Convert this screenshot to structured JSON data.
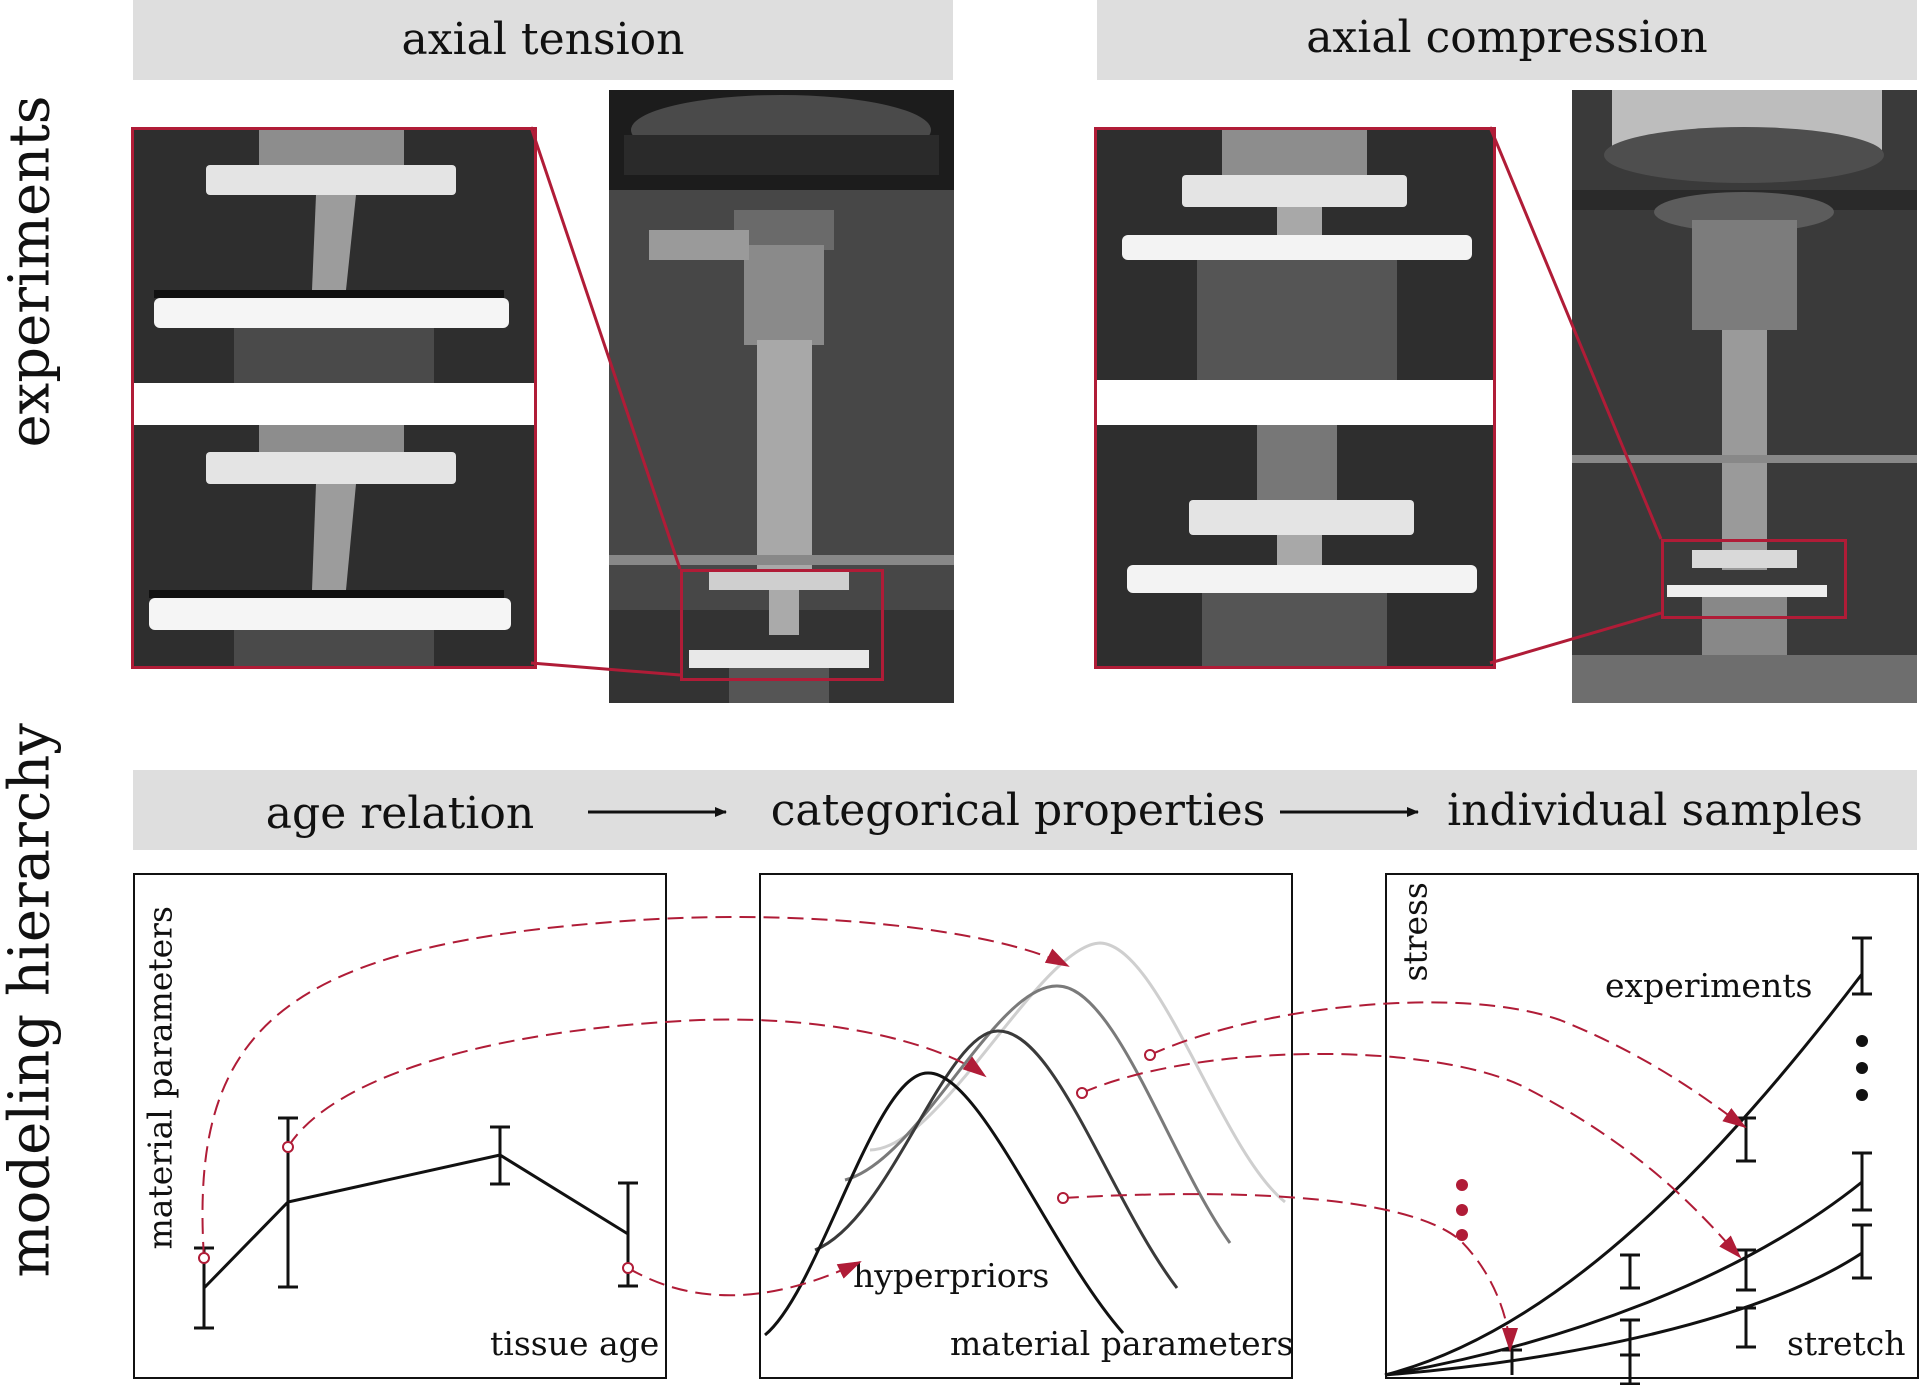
{
  "row_labels": {
    "experiments": "experiments",
    "modeling": "modeling hierarchy"
  },
  "experiments": {
    "tension_title": "axial tension",
    "compression_title": "axial compression"
  },
  "hierarchy": {
    "level1": "age relation",
    "level2": "categorical properties",
    "level3": "individual samples"
  },
  "panels": {
    "left": {
      "ylabel": "material parameters",
      "xlabel": "tissue age"
    },
    "middle": {
      "label": "hyperpriors",
      "xlabel": "material parameters"
    },
    "right": {
      "ylabel": "stress",
      "label": "experiments",
      "xlabel": "stretch"
    }
  },
  "colors": {
    "accent": "#b01c37",
    "bar": "#dedede",
    "curve_1": "#111111",
    "curve_2": "#3a3a3a",
    "curve_3": "#7a7a7a",
    "curve_4": "#cfcfcf"
  }
}
